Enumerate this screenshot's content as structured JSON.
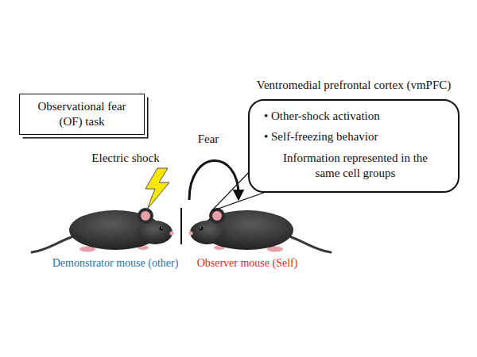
{
  "diagram": {
    "nodes": [
      {
        "text": [
          "Observational fear (OF) task"
        ]
      },
      {
        "text": [
          "Ventromedial prefrontal cortex (vmPFC)",
          "• Other-shock activation",
          "• Self-freezing behavior",
          "Information represented in the same cell groups"
        ]
      }
    ],
    "labels": [
      "Electric shock",
      "Fear",
      "Demonstrator mouse (other)",
      "Observer mouse (Self)"
    ]
  }
}
